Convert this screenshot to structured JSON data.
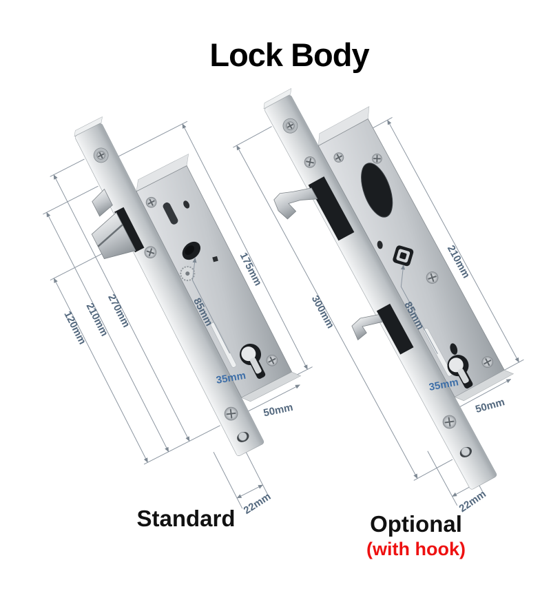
{
  "title": "Lock Body",
  "colors": {
    "title-color": "#000000",
    "caption-red": "#ee1111",
    "dim-line": "#8b95a0",
    "dim-label": "#53687e",
    "dim-label-blue": "#3e6fa8"
  },
  "locks": [
    {
      "id": "standard",
      "caption": "Standard",
      "dimensions": {
        "side_left": [
          "270mm",
          "210mm",
          "120mm"
        ],
        "side_right": "175mm",
        "center_distance": "85mm",
        "backset": "35mm",
        "case_depth": "50mm",
        "faceplate_width": "22mm"
      }
    },
    {
      "id": "optional-with-hook",
      "caption": "Optional",
      "subcaption": "(with hook)",
      "dimensions": {
        "side_left": [
          "300mm"
        ],
        "side_right": "210mm",
        "center_distance": "85mm",
        "backset": "35mm",
        "case_depth": "50mm",
        "faceplate_width": "22mm"
      }
    }
  ]
}
